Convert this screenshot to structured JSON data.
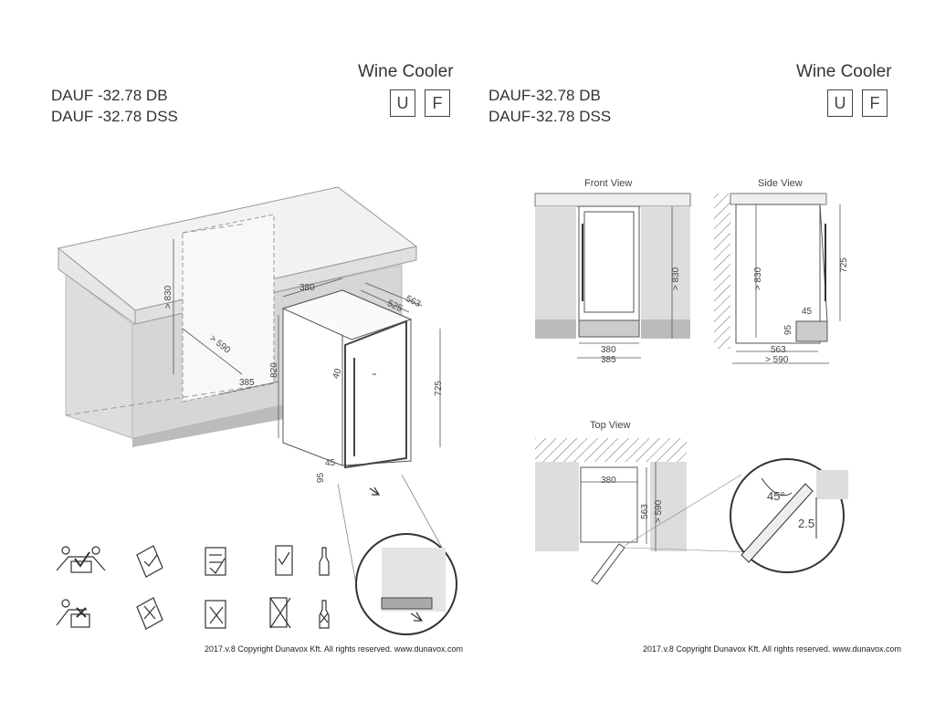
{
  "left_page": {
    "product": "Wine Cooler",
    "models": [
      "DAUF -32.78 DB",
      "DAUF -32.78 DSS"
    ],
    "options": [
      "U",
      "F"
    ],
    "dims": {
      "d830": "> 830",
      "d590": "> 590",
      "d380": "380",
      "d525": "525",
      "d563": "563",
      "d385": "385",
      "d820": "820",
      "d40": "40",
      "d725": "725",
      "d45": "45",
      "d95": "95"
    },
    "copyright": "2017.v.8 Copyright Dunavox Kft. All rights reserved.   www.dunavox.com"
  },
  "right_page": {
    "product": "Wine Cooler",
    "models": [
      "DAUF-32.78 DB",
      "DAUF-32.78 DSS"
    ],
    "options": [
      "U",
      "F"
    ],
    "front_view": {
      "title": "Front View",
      "d830": "> 830",
      "d380": "380",
      "d385": "385"
    },
    "side_view": {
      "title": "Side View",
      "d830": "> 830",
      "d725": "725",
      "d45": "45",
      "d95": "95",
      "d563": "563",
      "d590": "> 590"
    },
    "top_view": {
      "title": "Top View",
      "d380": "380",
      "d563": "563",
      "d590": "> 590",
      "angle": "45°",
      "gap": "2.5"
    },
    "copyright": "2017.v.8 Copyright Dunavox Kft. All rights reserved.   www.dunavox.com"
  }
}
